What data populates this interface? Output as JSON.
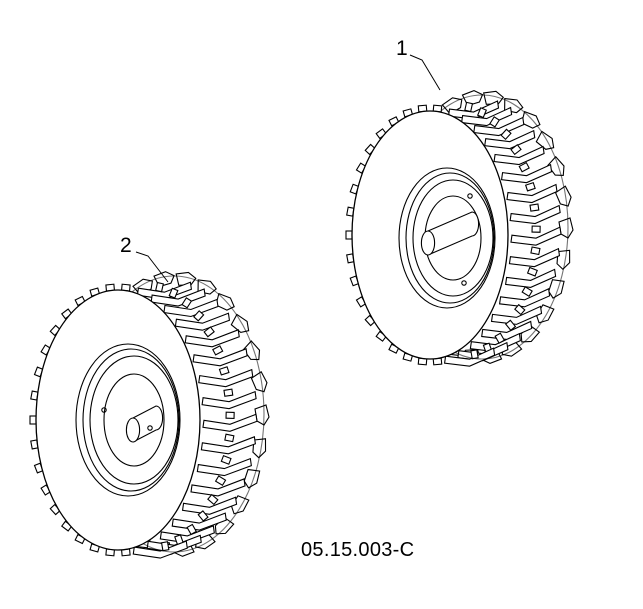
{
  "diagram": {
    "callouts": [
      {
        "id": "1",
        "label": "1",
        "part": "right-wheel"
      },
      {
        "id": "2",
        "label": "2",
        "part": "left-wheel"
      }
    ],
    "figure_code": "05.15.003-C"
  },
  "style": {
    "line_color": "#000000",
    "background": "#ffffff"
  }
}
